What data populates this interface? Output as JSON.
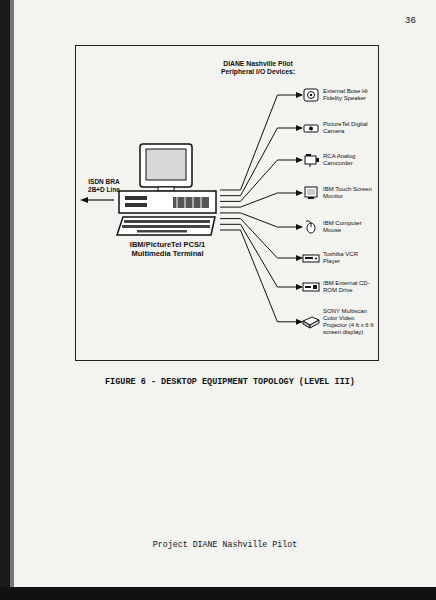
{
  "diagram": {
    "caption": "FIGURE 6 - DESKTOP EQUIPMENT TOPOLOGY (LEVEL III)",
    "nodes": [
      {
        "text": [
          "IBM/PictureTel PCS/1 Multimedia Terminal"
        ]
      },
      {
        "text": [
          "External Bose Hi Fidelity Speaker"
        ]
      },
      {
        "text": [
          "PictureTel Digital Camera"
        ]
      },
      {
        "text": [
          "RCA Analog Camcorder"
        ]
      },
      {
        "text": [
          "IBM Touch Screen Monitor"
        ]
      },
      {
        "text": [
          "IBM Computer Mouse"
        ]
      },
      {
        "text": [
          "Toshiba VCR Player"
        ]
      },
      {
        "text": [
          "IBM External CD-ROM Drive"
        ]
      },
      {
        "text": [
          "SONY Multiscan Color Video Projector (4 ft x 6 ft screen display)"
        ]
      }
    ],
    "edges": [
      {
        "from": 0,
        "to": 1,
        "arrow": "to"
      },
      {
        "from": 0,
        "to": 2,
        "arrow": "to"
      },
      {
        "from": 0,
        "to": 3,
        "arrow": "to"
      },
      {
        "from": 0,
        "to": 4,
        "arrow": "to"
      },
      {
        "from": 0,
        "to": 5,
        "arrow": "to"
      },
      {
        "from": 0,
        "to": 6,
        "arrow": "to"
      },
      {
        "from": 0,
        "to": 7,
        "arrow": "to"
      },
      {
        "from": 0,
        "to": 8,
        "arrow": "to"
      }
    ],
    "labels": [
      "36",
      "DIANE Nashville Pilot Peripheral I/O Devices:",
      "ISDN BRA 2B+D Line",
      "Project DIANE Nashville Pilot"
    ]
  }
}
